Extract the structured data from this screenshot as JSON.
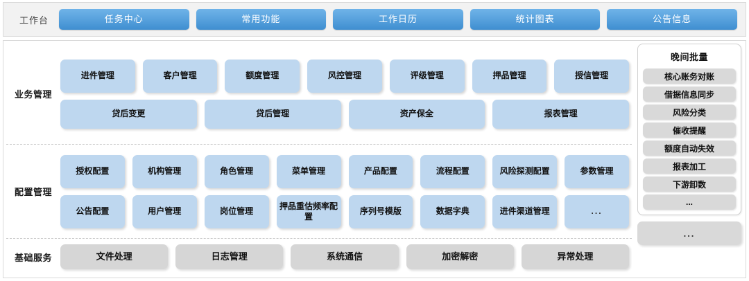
{
  "toolbar": {
    "title": "工作台",
    "tabs": [
      {
        "label": "任务中心"
      },
      {
        "label": "常用功能"
      },
      {
        "label": "工作日历"
      },
      {
        "label": "统计图表"
      },
      {
        "label": "公告信息"
      }
    ]
  },
  "sections": {
    "business": {
      "label": "业务管理",
      "row1": [
        {
          "label": "进件管理"
        },
        {
          "label": "客户管理"
        },
        {
          "label": "额度管理"
        },
        {
          "label": "风控管理"
        },
        {
          "label": "评级管理"
        },
        {
          "label": "押品管理"
        },
        {
          "label": "授信管理"
        }
      ],
      "row2": [
        {
          "label": "贷后变更"
        },
        {
          "label": "贷后管理"
        },
        {
          "label": "资产保全"
        },
        {
          "label": "报表管理"
        }
      ]
    },
    "config": {
      "label": "配置管理",
      "row1": [
        {
          "label": "授权配置"
        },
        {
          "label": "机构管理"
        },
        {
          "label": "角色管理"
        },
        {
          "label": "菜单管理"
        },
        {
          "label": "产品配置"
        },
        {
          "label": "流程配置"
        },
        {
          "label": "风险探测配置"
        },
        {
          "label": "参数管理"
        }
      ],
      "row2": [
        {
          "label": "公告配置"
        },
        {
          "label": "用户管理"
        },
        {
          "label": "岗位管理"
        },
        {
          "label": "押品重估频率配置"
        },
        {
          "label": "序列号模版"
        },
        {
          "label": "数据字典"
        },
        {
          "label": "进件渠道管理"
        },
        {
          "label": "..."
        }
      ]
    },
    "basic": {
      "label": "基础服务",
      "row1": [
        {
          "label": "文件处理"
        },
        {
          "label": "日志管理"
        },
        {
          "label": "系统通信"
        },
        {
          "label": "加密解密"
        },
        {
          "label": "异常处理"
        }
      ]
    }
  },
  "batch_panel": {
    "title": "晚间批量",
    "items": [
      {
        "label": "核心账务对账"
      },
      {
        "label": "借据信息同步"
      },
      {
        "label": "风险分类"
      },
      {
        "label": "催收提醒"
      },
      {
        "label": "额度自动失效"
      },
      {
        "label": "报表加工"
      },
      {
        "label": "下游卸数"
      },
      {
        "label": "..."
      }
    ],
    "more_label": "..."
  },
  "colors": {
    "tab_blue": "#5aa3de",
    "tile_blue": "#bed7ef",
    "tile_gray": "#d6d6d6",
    "toolbar_bg": "#f2f2f2"
  }
}
